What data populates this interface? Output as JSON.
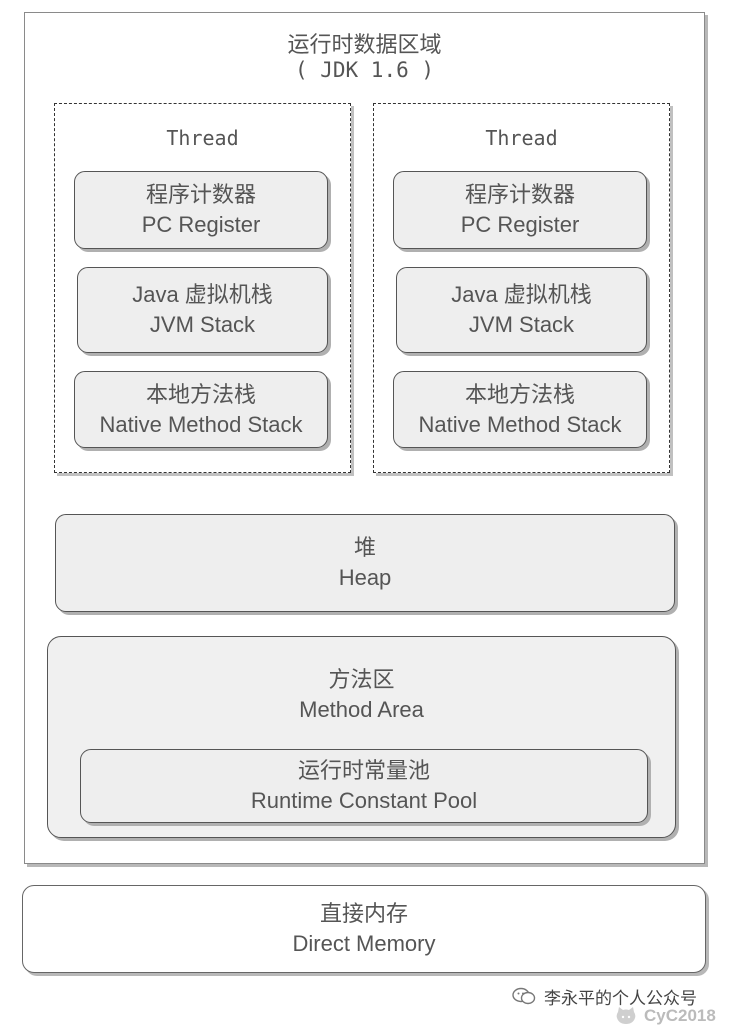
{
  "runtime": {
    "title": "运行时数据区域",
    "subtitle": "( JDK 1.6 )"
  },
  "threads": [
    {
      "label": "Thread",
      "pc": {
        "zh": "程序计数器",
        "en": "PC Register"
      },
      "jvm": {
        "zh": "Java 虚拟机栈",
        "en": "JVM Stack"
      },
      "native": {
        "zh": "本地方法栈",
        "en": "Native Method Stack"
      }
    },
    {
      "label": "Thread",
      "pc": {
        "zh": "程序计数器",
        "en": "PC Register"
      },
      "jvm": {
        "zh": "Java 虚拟机栈",
        "en": "JVM Stack"
      },
      "native": {
        "zh": "本地方法栈",
        "en": "Native Method Stack"
      }
    }
  ],
  "heap": {
    "zh": "堆",
    "en": "Heap"
  },
  "method_area": {
    "zh": "方法区",
    "en": "Method Area"
  },
  "constant_pool": {
    "zh": "运行时常量池",
    "en": "Runtime Constant Pool"
  },
  "direct_memory": {
    "zh": "直接内存",
    "en": "Direct Memory"
  },
  "watermark": {
    "account": "李永平的个人公众号",
    "author": "CyC2018"
  }
}
